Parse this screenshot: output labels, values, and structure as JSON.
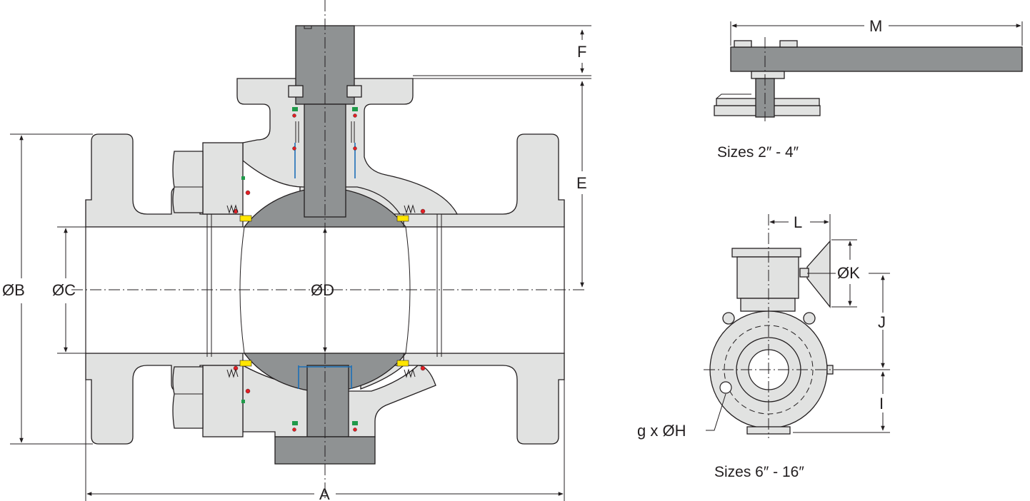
{
  "dimensions": {
    "A": "A",
    "B": "ØB",
    "C": "ØC",
    "D": "ØD",
    "E": "E",
    "F": "F",
    "I": "I",
    "J": "J",
    "K": "ØK",
    "L": "L",
    "M": "M",
    "H": "g x ØH"
  },
  "captions": {
    "lever_sizes": "Sizes 2″ - 4″",
    "gear_sizes": "Sizes 6″ - 16″"
  },
  "colors": {
    "body_fill": "#e1e2e1",
    "stem_fill": "#8f9293",
    "seat_insert": "#ffe600",
    "o_ring": "#e31e24",
    "gasket": "#1f9a4a",
    "bearing": "#1c6fb8"
  }
}
